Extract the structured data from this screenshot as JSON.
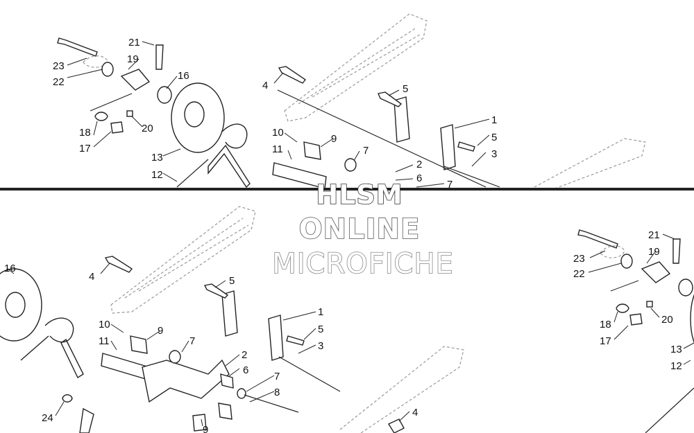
{
  "watermark": {
    "line1": "HLSM",
    "line2": "ONLINE",
    "line3": "MICROFICHE"
  },
  "callouts": {
    "top": {
      "c21": "21",
      "c19": "19",
      "c16": "16",
      "c23": "23",
      "c22": "22",
      "c18": "18",
      "c17": "17",
      "c20": "20",
      "c13": "13",
      "c12": "12",
      "c4": "4",
      "c5a": "5",
      "c1": "1",
      "c5b": "5",
      "c3": "3",
      "c10": "10",
      "c9": "9",
      "c11": "11",
      "c7a": "7",
      "c2": "2",
      "c6": "6",
      "c7b": "7"
    },
    "bottom": {
      "c16": "16",
      "c4a": "4",
      "c5a": "5",
      "c1": "1",
      "c5b": "5",
      "c3": "3",
      "c10": "10",
      "c9": "9",
      "c11": "11",
      "c7a": "7",
      "c2": "2",
      "c6": "6",
      "c7b": "7",
      "c8": "8",
      "c24": "24",
      "c9b": "9",
      "c4b": "4",
      "c21": "21",
      "c23": "23",
      "c19": "19",
      "c22": "22",
      "c18": "18",
      "c17": "17",
      "c20": "20",
      "c13": "13",
      "c12": "12"
    }
  }
}
